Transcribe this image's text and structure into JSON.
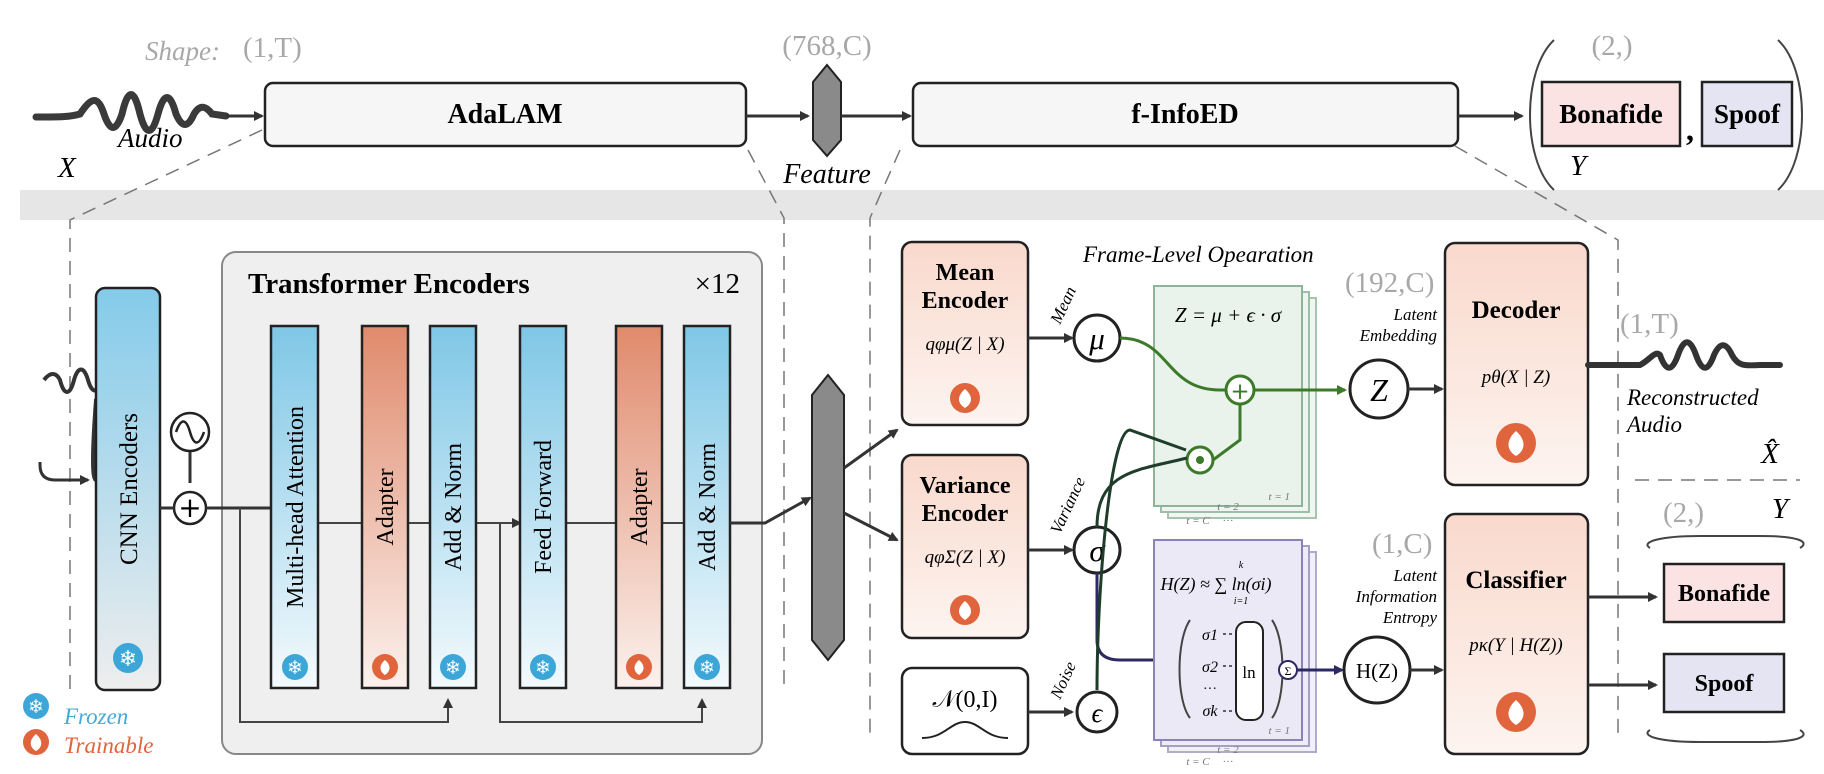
{
  "top": {
    "shape_label": "Shape:",
    "shape_audio": "(1,T)",
    "audio_label": "Audio",
    "x_label": "X",
    "adalam": "AdaLAM",
    "shape_feature": "(768,C)",
    "feature_label": "Feature",
    "finfoed": "f-InfoED",
    "shape_out": "(2,)",
    "bonafide": "Bonafide",
    "spoof": "Spoof",
    "comma": ",",
    "y_label": "Y"
  },
  "adalam": {
    "cnn": "CNN Encoders",
    "transformer_title": "Transformer Encoders",
    "times": "×12",
    "blocks": [
      "Multi-head Attention",
      "Adapter",
      "Add & Norm",
      "Feed Forward",
      "Adapter",
      "Add & Norm"
    ]
  },
  "legend": {
    "frozen": "Frozen",
    "trainable": "Trainable"
  },
  "infoed": {
    "mean_encoder_1": "Mean",
    "mean_encoder_2": "Encoder",
    "mean_formula": "qφμ(Z | X)",
    "variance_encoder_1": "Variance",
    "variance_encoder_2": "Encoder",
    "variance_formula": "qφΣ(Z | X)",
    "noise_formula": "𝒩(0,I)",
    "mean_arrow": "Mean",
    "variance_arrow": "Variance",
    "noise_arrow": "Noise",
    "mu": "μ",
    "sigma": "σ",
    "epsilon": "ϵ",
    "frame_title": "Frame-Level Opearation",
    "z_formula": "Z = μ + ϵ · σ",
    "shape_latent": "(192,C)",
    "latent_1": "Latent",
    "latent_2": "Embedding",
    "z": "Z",
    "decoder": "Decoder",
    "decoder_formula": "pθ(X | Z)",
    "shape_recon": "(1,T)",
    "recon_1": "Reconstructed",
    "recon_2": "Audio",
    "xhat": "X̂",
    "t1": "t = 1",
    "t2": "t = 2",
    "tc": "t = C",
    "dots": "···",
    "h_formula": "H(Z) ≈ ∑ ln(σi)",
    "sum_top": "k",
    "sum_bot": "i=1",
    "sigma_1": "σ1",
    "sigma_2": "σ2",
    "sigma_dots": "···",
    "sigma_k": "σk",
    "ln": "ln",
    "sum_symbol": "Σ",
    "shape_entropy": "(1,C)",
    "entropy_1": "Latent",
    "entropy_2": "Information",
    "entropy_3": "Entropy",
    "hz": "H(Z)",
    "classifier": "Classifier",
    "classifier_formula": "pκ(Y | H(Z))",
    "shape_cls": "(2,)",
    "y_label": "Y",
    "bonafide": "Bonafide",
    "spoof": "Spoof"
  }
}
